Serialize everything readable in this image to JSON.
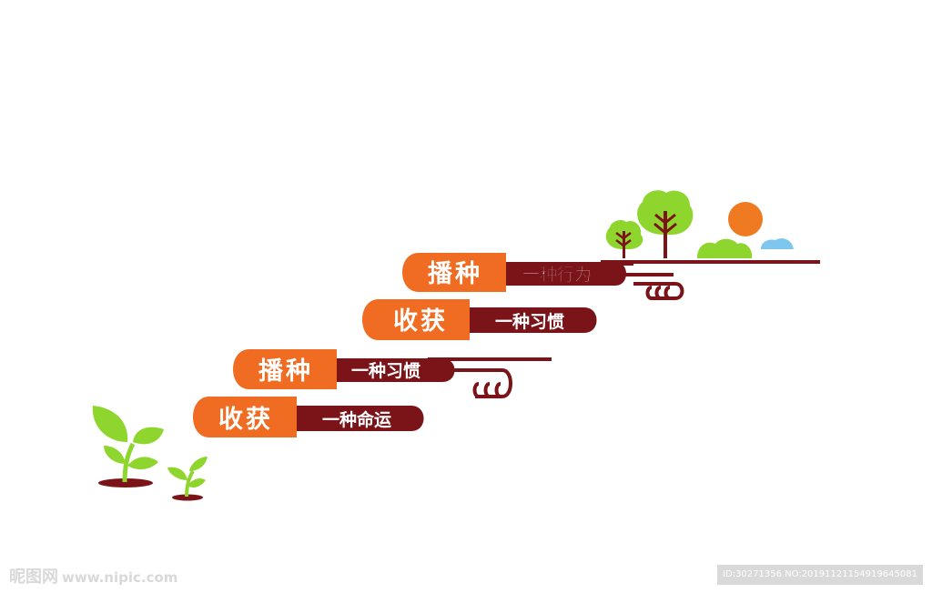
{
  "steps": [
    {
      "tag": "播种",
      "text": "一种行为"
    },
    {
      "tag": "收获",
      "text": "一种习惯"
    },
    {
      "tag": "播种",
      "text": "一种习惯"
    },
    {
      "tag": "收获",
      "text": "一种命运"
    }
  ],
  "watermark": {
    "logo": "昵图网",
    "site": "www.nipic.com",
    "id": "ID:30271356 NO:20191121154919645081"
  },
  "colors": {
    "orange": "#ef6c22",
    "maroon": "#7a1419",
    "green": "#8ed62e",
    "sun": "#f07a22",
    "cloud": "#7ec6ee"
  }
}
